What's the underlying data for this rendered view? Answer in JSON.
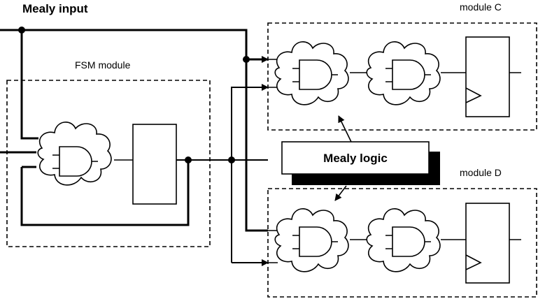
{
  "diagram": {
    "labels": {
      "mealy_input": "Mealy input",
      "fsm_module": "FSM module",
      "module_c": "module C",
      "module_d": "module D",
      "mealy_logic": "Mealy logic"
    },
    "colors": {
      "stroke": "#000000",
      "background": "#ffffff",
      "callout_fill": "#ffffff",
      "callout_shadow": "#000000"
    },
    "modules": [
      {
        "id": "fsm",
        "label": "FSM module",
        "contains": [
          "logic-cloud",
          "register"
        ]
      },
      {
        "id": "module_c",
        "label": "module C",
        "contains": [
          "logic-cloud",
          "logic-cloud",
          "flip-flop"
        ]
      },
      {
        "id": "module_d",
        "label": "module D",
        "contains": [
          "logic-cloud",
          "logic-cloud",
          "flip-flop"
        ]
      }
    ],
    "callout": {
      "text": "Mealy logic",
      "points_to": [
        "module_c first logic cloud",
        "module_d first logic cloud"
      ]
    }
  }
}
